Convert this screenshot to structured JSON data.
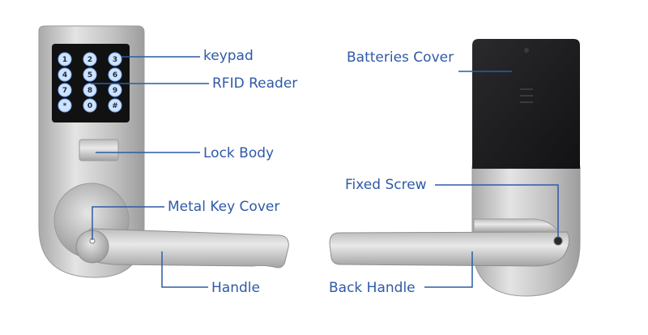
{
  "colors": {
    "label_text": "#2f5aa6",
    "leader_line": "#2f5aa6",
    "metal": "#c9c9c9",
    "keypad_panel": "#111111",
    "key_fill": "#cfe3ff",
    "battery_cover": "#1b1b1d"
  },
  "keypad": {
    "keys": [
      "1",
      "2",
      "3",
      "4",
      "5",
      "6",
      "7",
      "8",
      "9",
      "*",
      "0",
      "#"
    ]
  },
  "labels": {
    "keypad": "keypad",
    "rfid_reader": "RFID Reader",
    "lock_body": "Lock Body",
    "metal_key_cover": "Metal Key Cover",
    "handle": "Handle",
    "batteries_cover": "Batteries Cover",
    "fixed_screw": "Fixed Screw",
    "back_handle": "Back Handle"
  }
}
